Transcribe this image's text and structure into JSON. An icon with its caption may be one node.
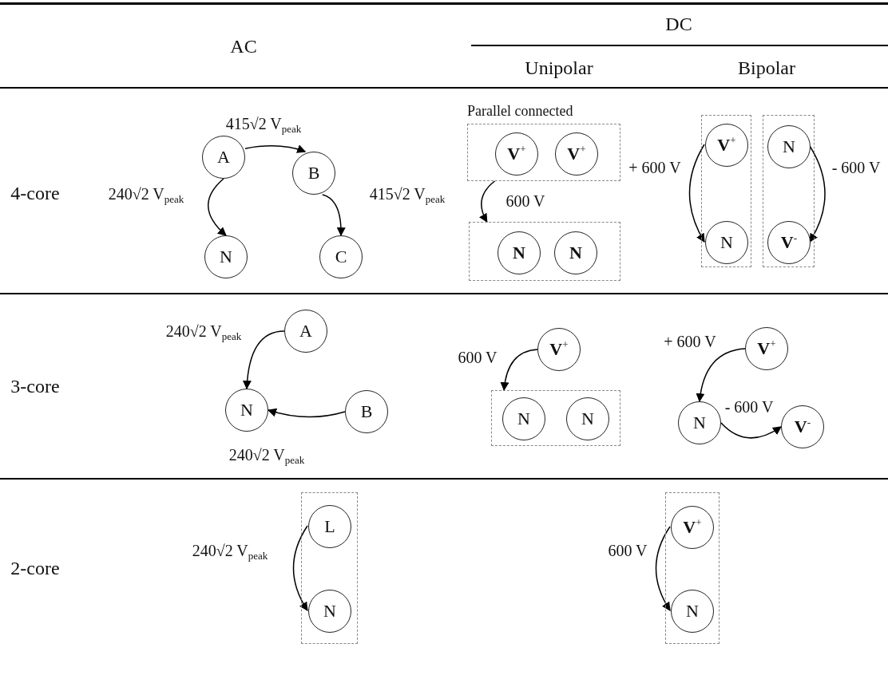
{
  "diagram": {
    "nodes": [
      {
        "text": [
          "A"
        ]
      },
      {
        "text": [
          "B"
        ]
      },
      {
        "text": [
          "N"
        ]
      },
      {
        "text": [
          "C"
        ]
      },
      {
        "text": [
          "Parallel connected"
        ]
      },
      {
        "text": [
          "V$^{+}$"
        ],
        "in": 4
      },
      {
        "text": [
          "V$^{+}$"
        ],
        "in": 4
      },
      {
        "text": [],
        "shape": "box"
      },
      {
        "text": [
          "N"
        ],
        "in": 7
      },
      {
        "text": [
          "N"
        ],
        "in": 7
      },
      {
        "text": [],
        "shape": "box"
      },
      {
        "text": [
          "V$^{+}$"
        ],
        "in": 10
      },
      {
        "text": [
          "N"
        ],
        "in": 10
      },
      {
        "text": [],
        "shape": "box"
      },
      {
        "text": [
          "N"
        ],
        "in": 13
      },
      {
        "text": [
          "V$^{-}$"
        ],
        "in": 13
      },
      {
        "text": [
          "A"
        ]
      },
      {
        "text": [
          "N"
        ]
      },
      {
        "text": [
          "B"
        ]
      },
      {
        "text": [
          "V$^{+}$"
        ]
      },
      {
        "text": [],
        "shape": "box"
      },
      {
        "text": [
          "N"
        ],
        "in": 20
      },
      {
        "text": [
          "N"
        ],
        "in": 20
      },
      {
        "text": [
          "V$^{+}$"
        ]
      },
      {
        "text": [
          "N"
        ]
      },
      {
        "text": [
          "V$^{-}$"
        ]
      },
      {
        "text": [],
        "shape": "box"
      },
      {
        "text": [
          "L"
        ],
        "in": 26
      },
      {
        "text": [
          "N"
        ],
        "in": 26
      },
      {
        "text": [],
        "shape": "box"
      },
      {
        "text": [
          "V$^{+}$"
        ],
        "in": 29
      },
      {
        "text": [
          "N"
        ],
        "in": 29
      }
    ],
    "edges": [
      {
        "from": 0,
        "to": 1,
        "arrow": "to",
        "label": "415√2 V$_{peak}$"
      },
      {
        "from": 0,
        "to": 2,
        "arrow": "to",
        "label": "240√2 V$_{peak}$"
      },
      {
        "from": 1,
        "to": 3,
        "arrow": "to",
        "label": "415√2 V$_{peak}$"
      },
      {
        "from": 4,
        "to": 7,
        "arrow": "to",
        "label": "600 V"
      },
      {
        "from": 11,
        "to": 12,
        "arrow": "to",
        "label": "+ 600 V"
      },
      {
        "from": 14,
        "to": 15,
        "arrow": "to",
        "label": "- 600 V"
      },
      {
        "from": 16,
        "to": 17,
        "arrow": "to",
        "label": "240√2 V$_{peak}$"
      },
      {
        "from": 18,
        "to": 17,
        "arrow": "to",
        "label": "240√2 V$_{peak}$"
      },
      {
        "from": 19,
        "to": 20,
        "arrow": "to",
        "label": "600 V"
      },
      {
        "from": 23,
        "to": 24,
        "arrow": "to",
        "label": "+ 600 V"
      },
      {
        "from": 24,
        "to": 25,
        "arrow": "to",
        "label": "- 600 V"
      },
      {
        "from": 27,
        "to": 28,
        "arrow": "to",
        "label": "240√2 V$_{peak}$"
      },
      {
        "from": 30,
        "to": 31,
        "arrow": "to",
        "label": "600 V"
      }
    ],
    "labels": [
      "AC",
      "DC",
      "Unipolar",
      "Bipolar",
      "4-core",
      "3-core",
      "2-core"
    ]
  }
}
